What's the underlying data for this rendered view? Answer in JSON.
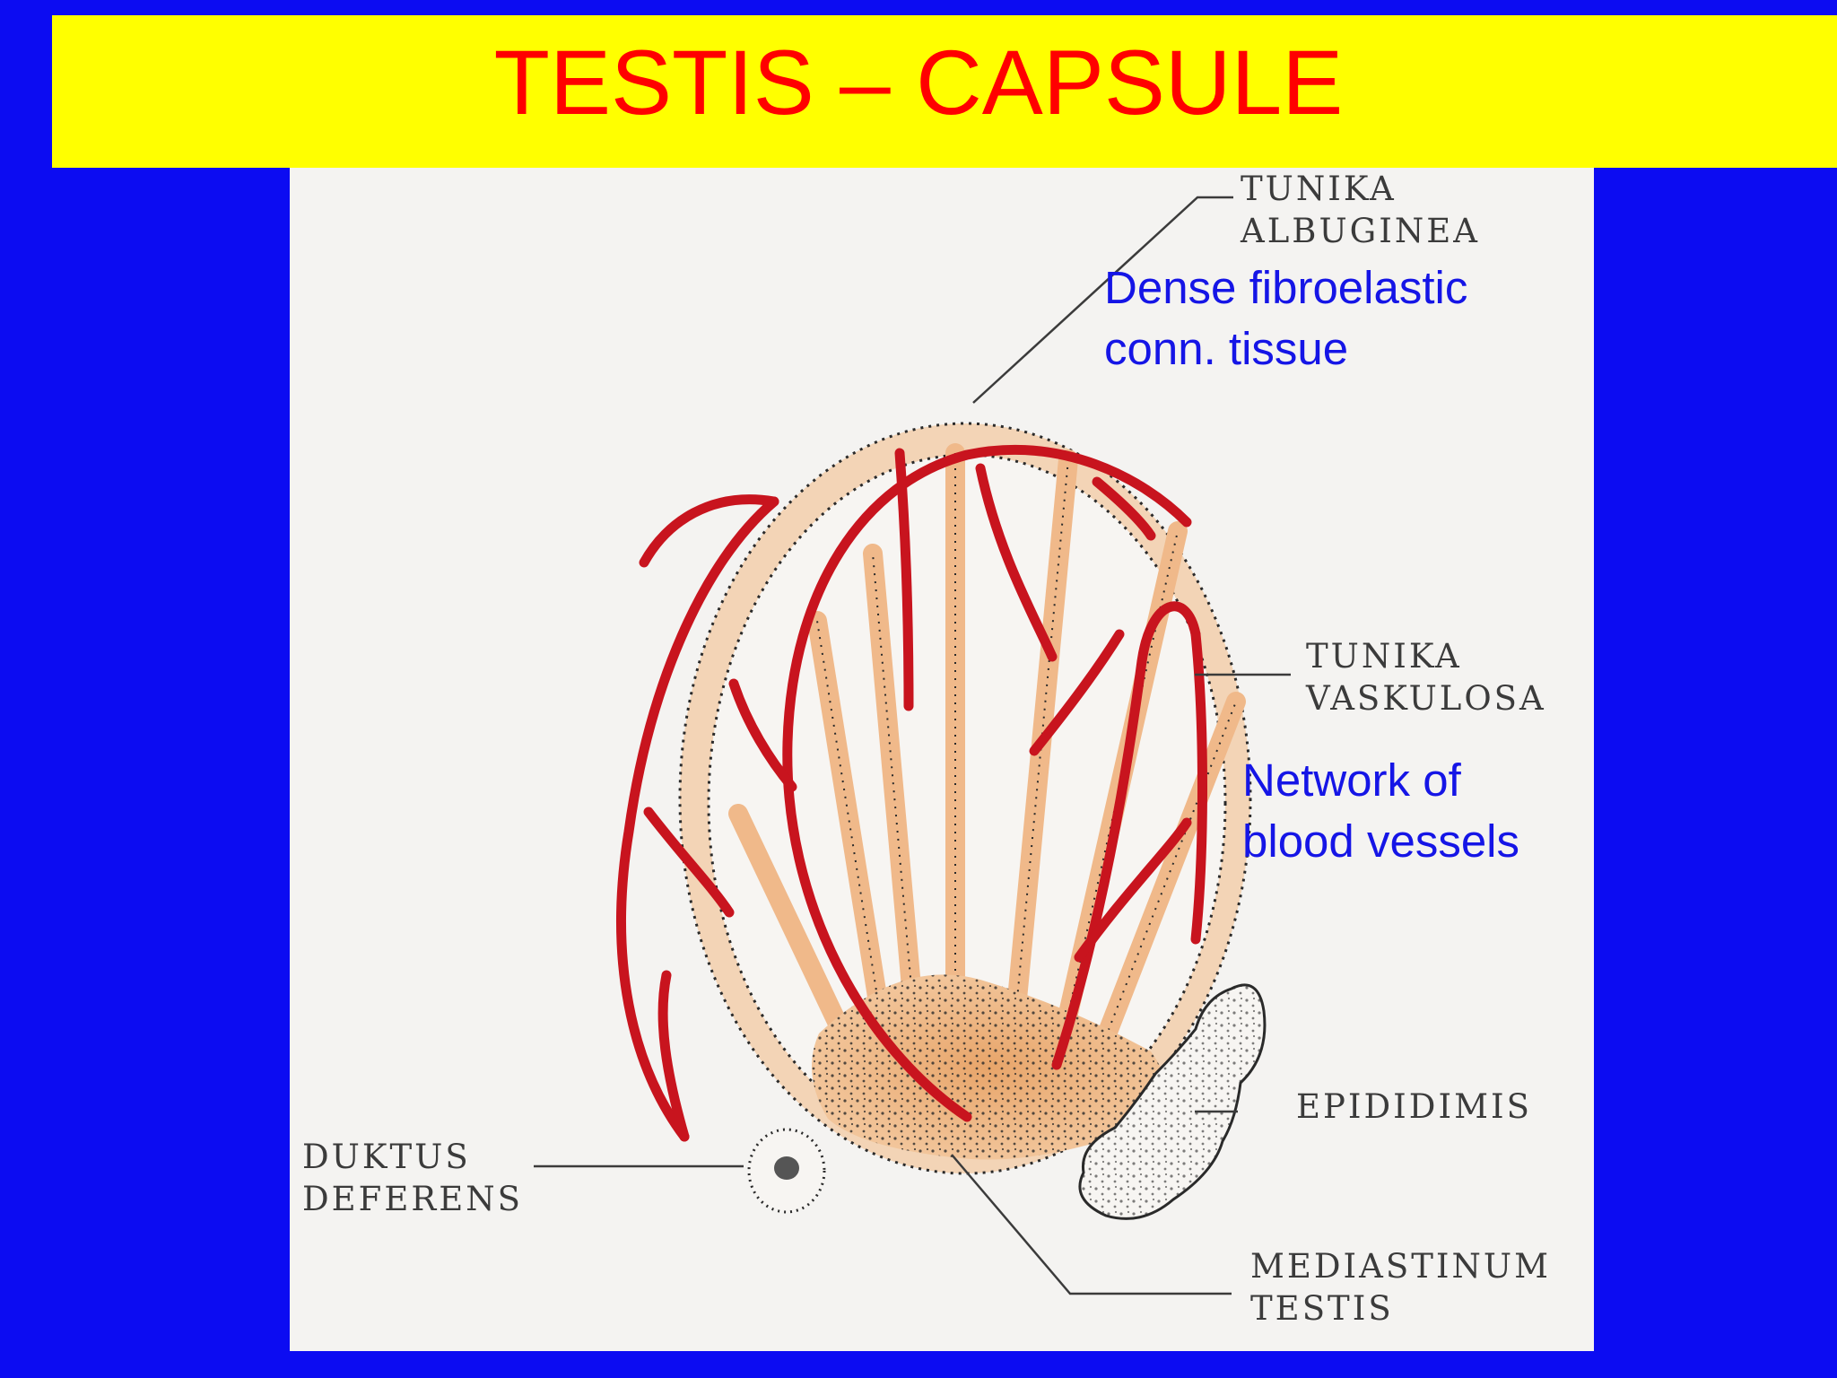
{
  "slide": {
    "title": "TESTIS – CAPSULE",
    "colors": {
      "background": "#0c0cf2",
      "title_bar": "#ffff00",
      "title_text": "#ff0000",
      "annotation_text": "#1515e6",
      "vessel": "#c8141e",
      "connective_tissue": "#f0b98a"
    }
  },
  "diagram": {
    "labels": {
      "tunica_albuginea_1": "TUNIKA",
      "tunica_albuginea_2": "ALBUGINEA",
      "tunica_vasculosa_1": "TUNIKA",
      "tunica_vasculosa_2": "VASKULOSA",
      "epididymis": "EPIDIDIMIS",
      "ductus_deferens_1": "DUKTUS",
      "ductus_deferens_2": "DEFERENS",
      "mediastinum_1": "MEDIASTINUM",
      "mediastinum_2": "TESTIS"
    },
    "annotations": {
      "albuginea_note_1": "Dense fibroelastic",
      "albuginea_note_2": "conn. tissue",
      "vasculosa_note_1": "Network of",
      "vasculosa_note_2": "blood vessels"
    }
  }
}
